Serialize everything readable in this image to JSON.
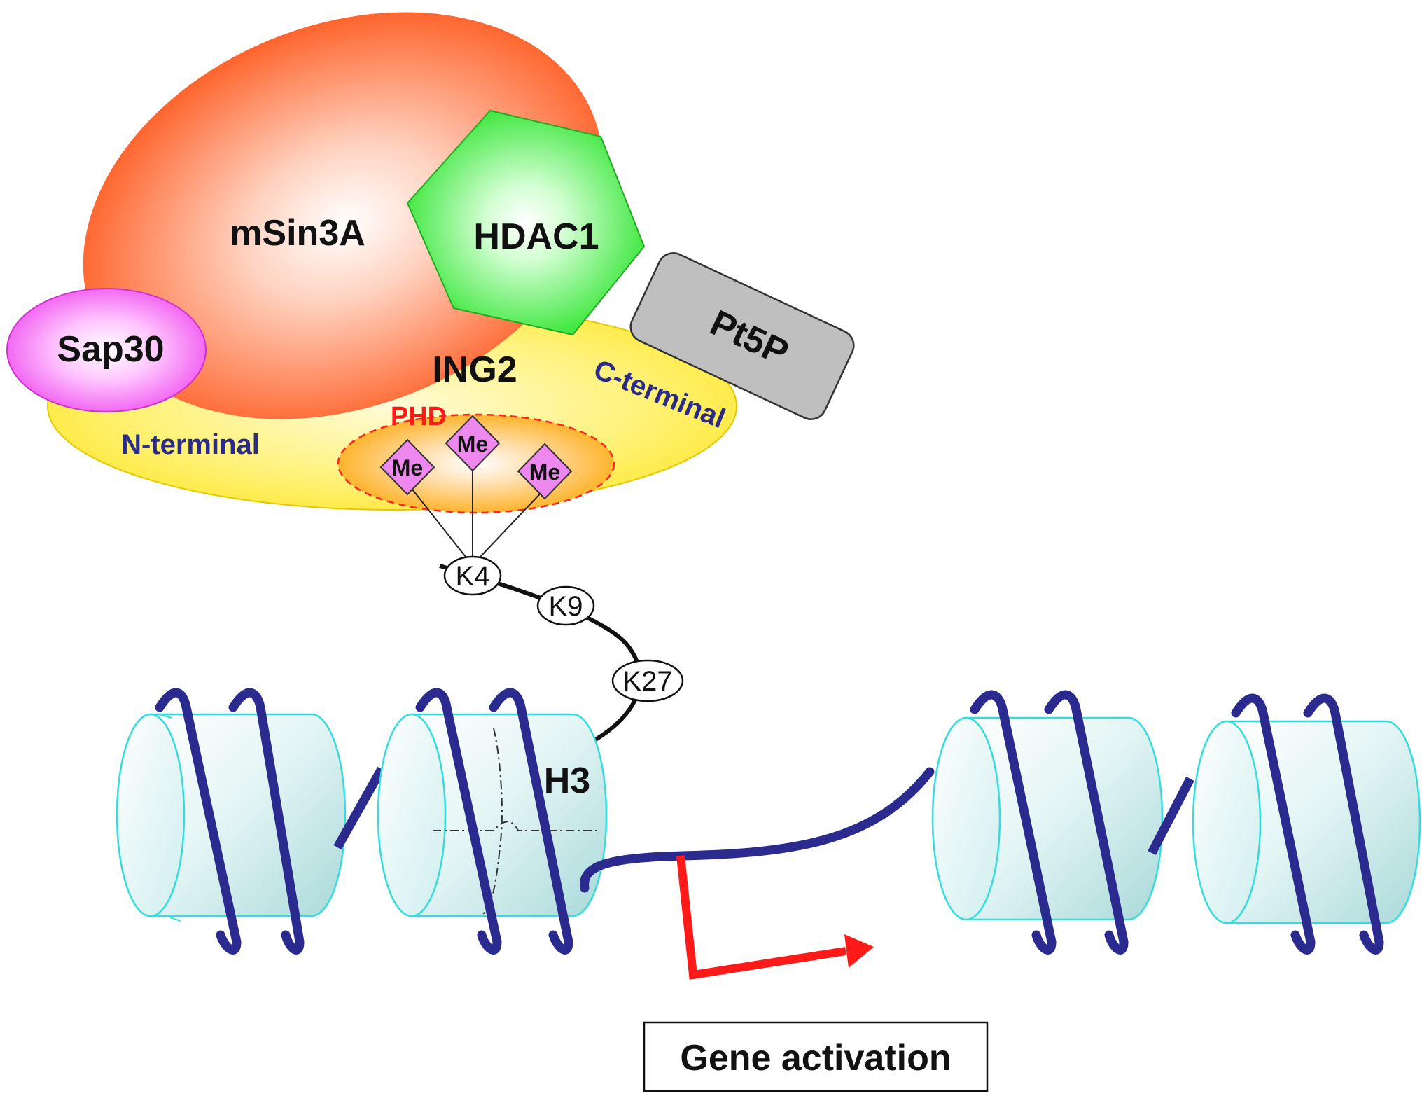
{
  "labels": {
    "msin3a": "mSin3A",
    "hdac1": "HDAC1",
    "sap30": "Sap30",
    "pt5p": "Pt5P",
    "ing2": "ING2",
    "c_terminal": "C-terminal",
    "n_terminal": "N-terminal",
    "phd": "PHD",
    "me": "Me",
    "k4": "K4",
    "k9": "K9",
    "k27": "K27",
    "h3": "H3",
    "gene_activation": "Gene activation"
  },
  "colors": {
    "msin3a": "#ff5a1f",
    "hdac1": "#33e533",
    "sap30": "#ee44ee",
    "pt5p": "#bdbdbd",
    "ing2": "#ffef3a",
    "phd": "#ffa500",
    "me": "#ee88ee",
    "dna": "#2b2b8f",
    "nucleosome": "#c8eaea",
    "arrow": "#ff1a1a"
  }
}
